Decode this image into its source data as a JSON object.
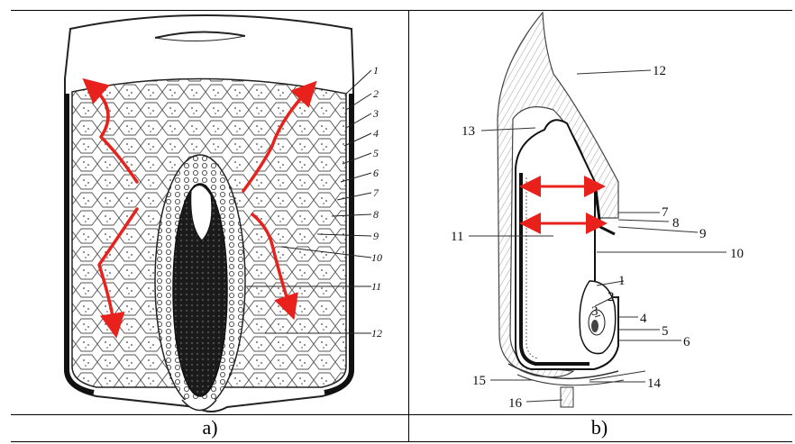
{
  "figure": {
    "panels": [
      {
        "caption": "a)",
        "labels": [
          "1",
          "2",
          "3",
          "4",
          "5",
          "6",
          "7",
          "8",
          "9",
          "10",
          "11",
          "12"
        ],
        "arrow_color": "#e8211c"
      },
      {
        "caption": "b)",
        "labels": [
          "1",
          "2",
          "3",
          "4",
          "5",
          "6",
          "7",
          "8",
          "9",
          "10",
          "11",
          "12",
          "13",
          "14",
          "15",
          "16"
        ],
        "arrow_color": "#e8211c"
      }
    ]
  }
}
